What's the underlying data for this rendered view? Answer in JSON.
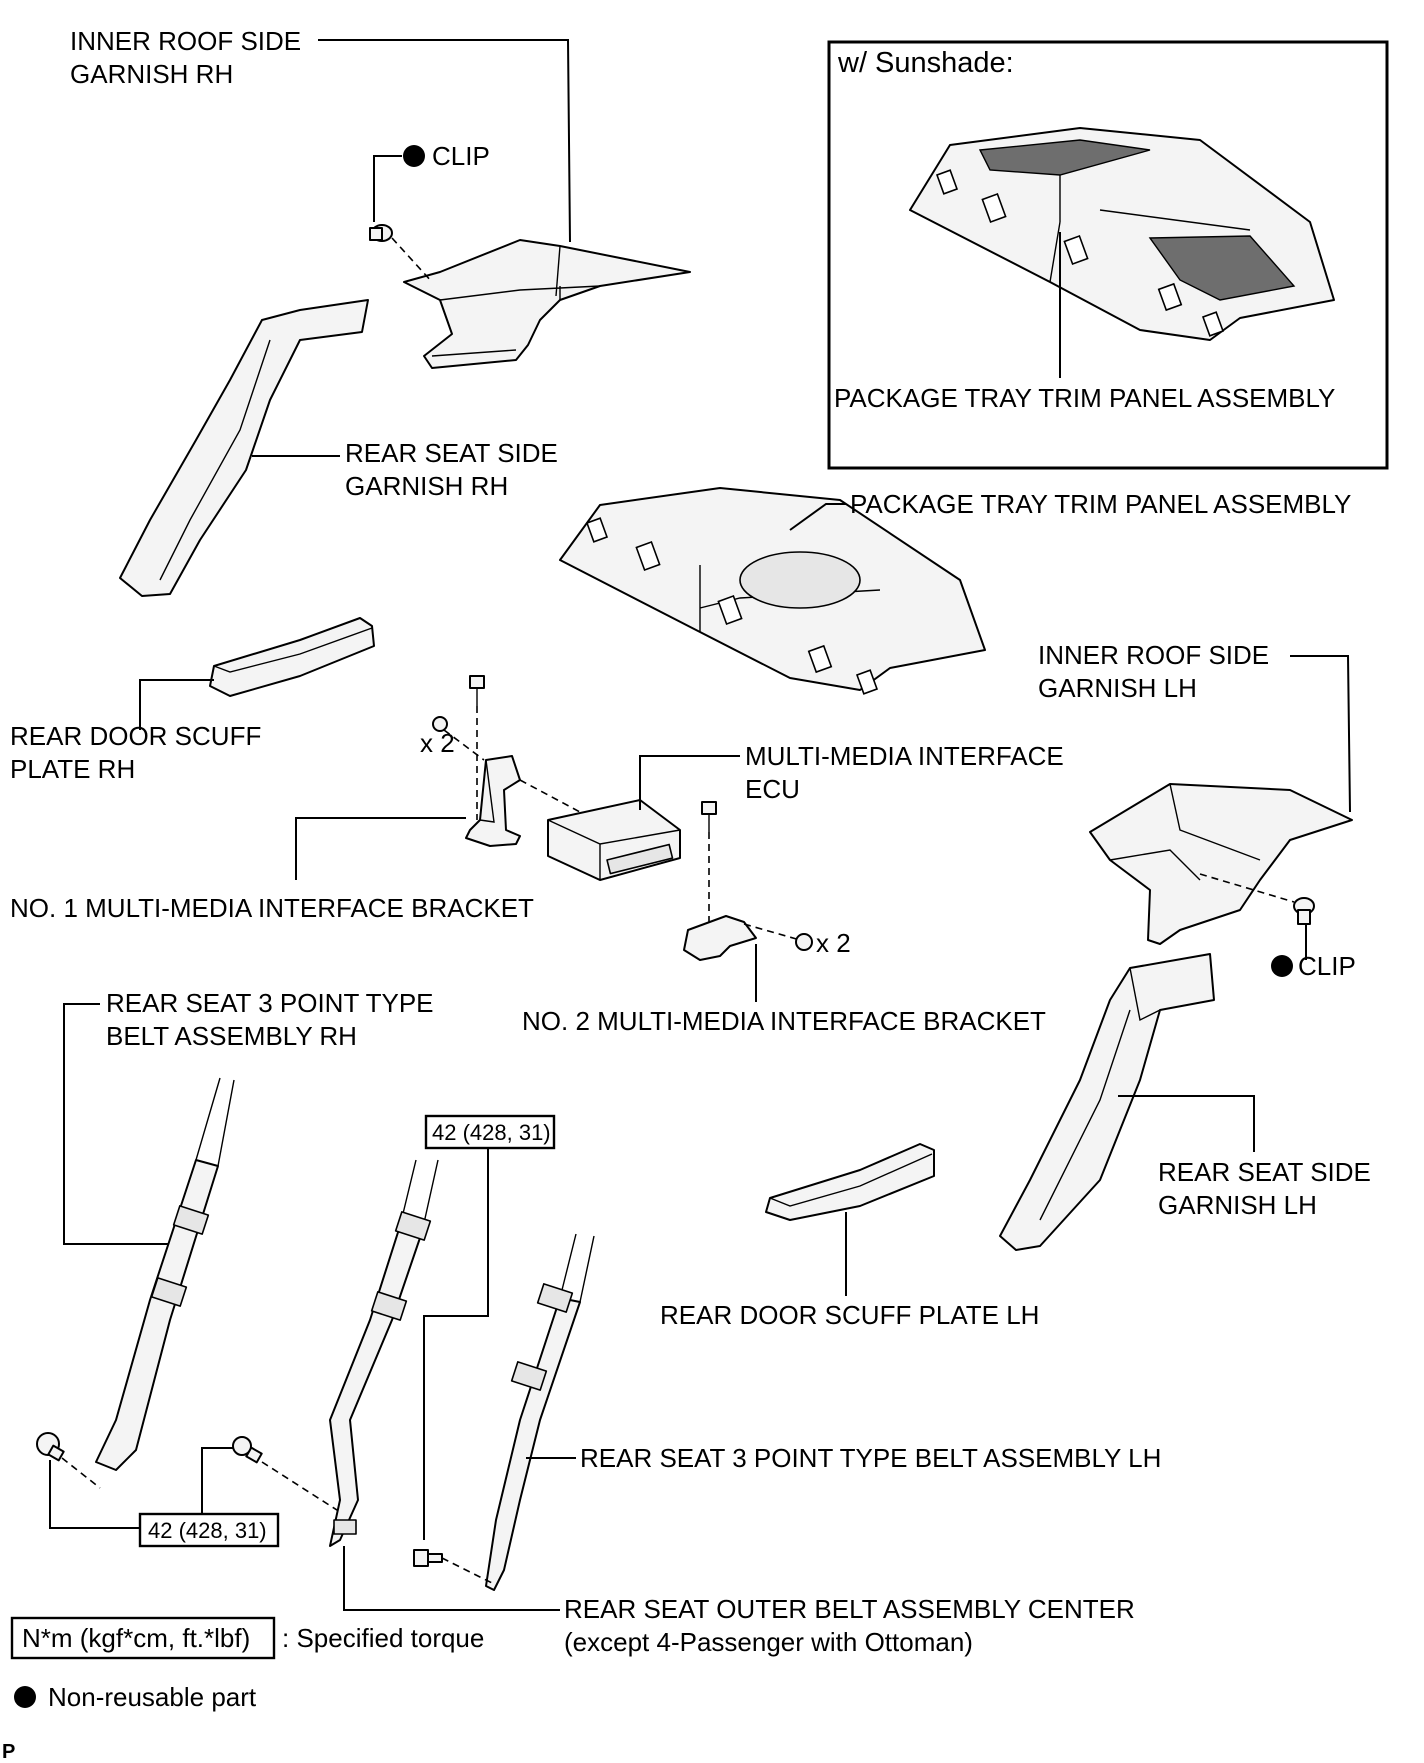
{
  "labels": {
    "inner_roof_rh_1": "INNER ROOF SIDE",
    "inner_roof_rh_2": "GARNISH RH",
    "clip_top": "CLIP",
    "sunshade_title": "w/ Sunshade:",
    "tray_inset": "PACKAGE TRAY TRIM PANEL ASSEMBLY",
    "rear_seat_side_rh_1": "REAR SEAT SIDE",
    "rear_seat_side_rh_2": "GARNISH RH",
    "tray_main": "PACKAGE TRAY TRIM PANEL ASSEMBLY",
    "inner_roof_lh_1": "INNER ROOF SIDE",
    "inner_roof_lh_2": "GARNISH LH",
    "scuff_rh_1": "REAR DOOR SCUFF",
    "scuff_rh_2": "PLATE RH",
    "x2_left": "x 2",
    "mmi_ecu_1": "MULTI-MEDIA INTERFACE",
    "mmi_ecu_2": "ECU",
    "bracket1": "NO. 1 MULTI-MEDIA INTERFACE BRACKET",
    "x2_right": "x 2",
    "clip_right": "CLIP",
    "belt_rh_1": "REAR SEAT 3 POINT TYPE",
    "belt_rh_2": "BELT ASSEMBLY RH",
    "bracket2": "NO. 2 MULTI-MEDIA INTERFACE BRACKET",
    "rear_seat_side_lh_1": "REAR SEAT SIDE",
    "rear_seat_side_lh_2": "GARNISH LH",
    "scuff_lh": "REAR DOOR SCUFF PLATE LH",
    "belt_lh": "REAR SEAT 3 POINT TYPE BELT ASSEMBLY LH",
    "outer_belt_1": "REAR SEAT OUTER BELT ASSEMBLY CENTER",
    "outer_belt_2": "(except 4-Passenger with Ottoman)",
    "legend_unit": "N*m (kgf*cm, ft.*lbf)",
    "legend_torque": ": Specified torque",
    "legend_nonreusable": "Non-reusable part",
    "corner_code": "P"
  },
  "torque": {
    "center_top": "42 (428, 31)",
    "left_bottom": "42 (428, 31)"
  },
  "icons": [
    "non-reusable-dot-icon",
    "bolt-icon",
    "clip-icon"
  ]
}
